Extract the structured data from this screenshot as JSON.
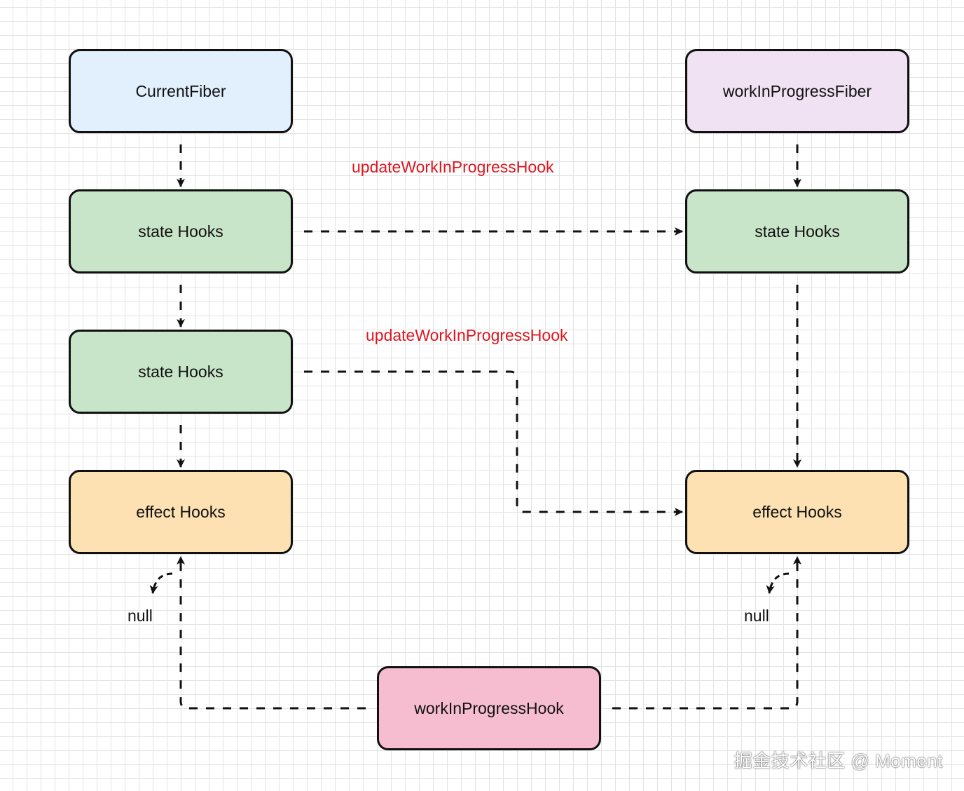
{
  "nodes": {
    "current_fiber": "CurrentFiber",
    "wip_fiber": "workInProgressFiber",
    "left_state_hooks_1": "state Hooks",
    "left_state_hooks_2": "state Hooks",
    "left_effect_hooks": "effect Hooks",
    "right_state_hooks": "state Hooks",
    "right_effect_hooks": "effect Hooks",
    "wip_hook": "workInProgressHook"
  },
  "edge_labels": {
    "update_1": "updateWorkInProgressHook",
    "update_2": "updateWorkInProgressHook",
    "null_left": "null",
    "null_right": "null"
  },
  "watermark": "掘金技术社区 @ Moment",
  "colors": {
    "current_fiber": "#e1f0fc",
    "wip_fiber": "#f0e2f2",
    "state_hooks": "#c9e5c9",
    "effect_hooks": "#fde1b3",
    "wip_hook": "#f6bdd0",
    "edge_label": "#e0141e"
  }
}
